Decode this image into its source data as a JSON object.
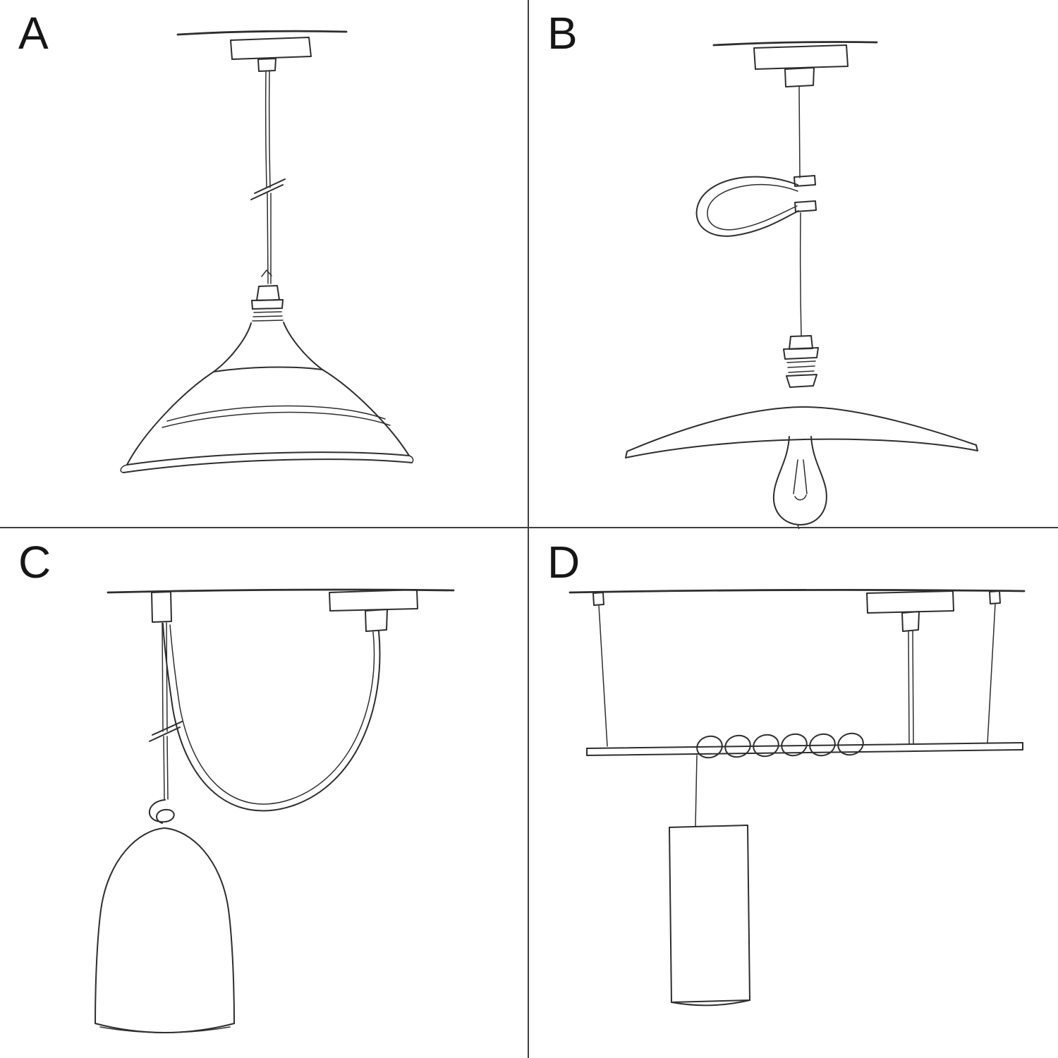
{
  "page": {
    "background_color": "#ffffff",
    "divider_color": "#3f3f3f",
    "ink_color": "#2e2e2e",
    "label_color": "#161616"
  },
  "options": [
    {
      "label": "A",
      "sketch": "pendant-cord-with-industrial-bowl-shade"
    },
    {
      "label": "B",
      "sketch": "pendant-cord-with-cable-loop-flat-plate-shade-and-bulb"
    },
    {
      "label": "C",
      "sketch": "swag-pendant-over-ceiling-hook-with-knot-and-bell-shade"
    },
    {
      "label": "D",
      "sketch": "horizontal-bar-suspension-with-coiled-cable-and-cylinder-shade"
    }
  ]
}
